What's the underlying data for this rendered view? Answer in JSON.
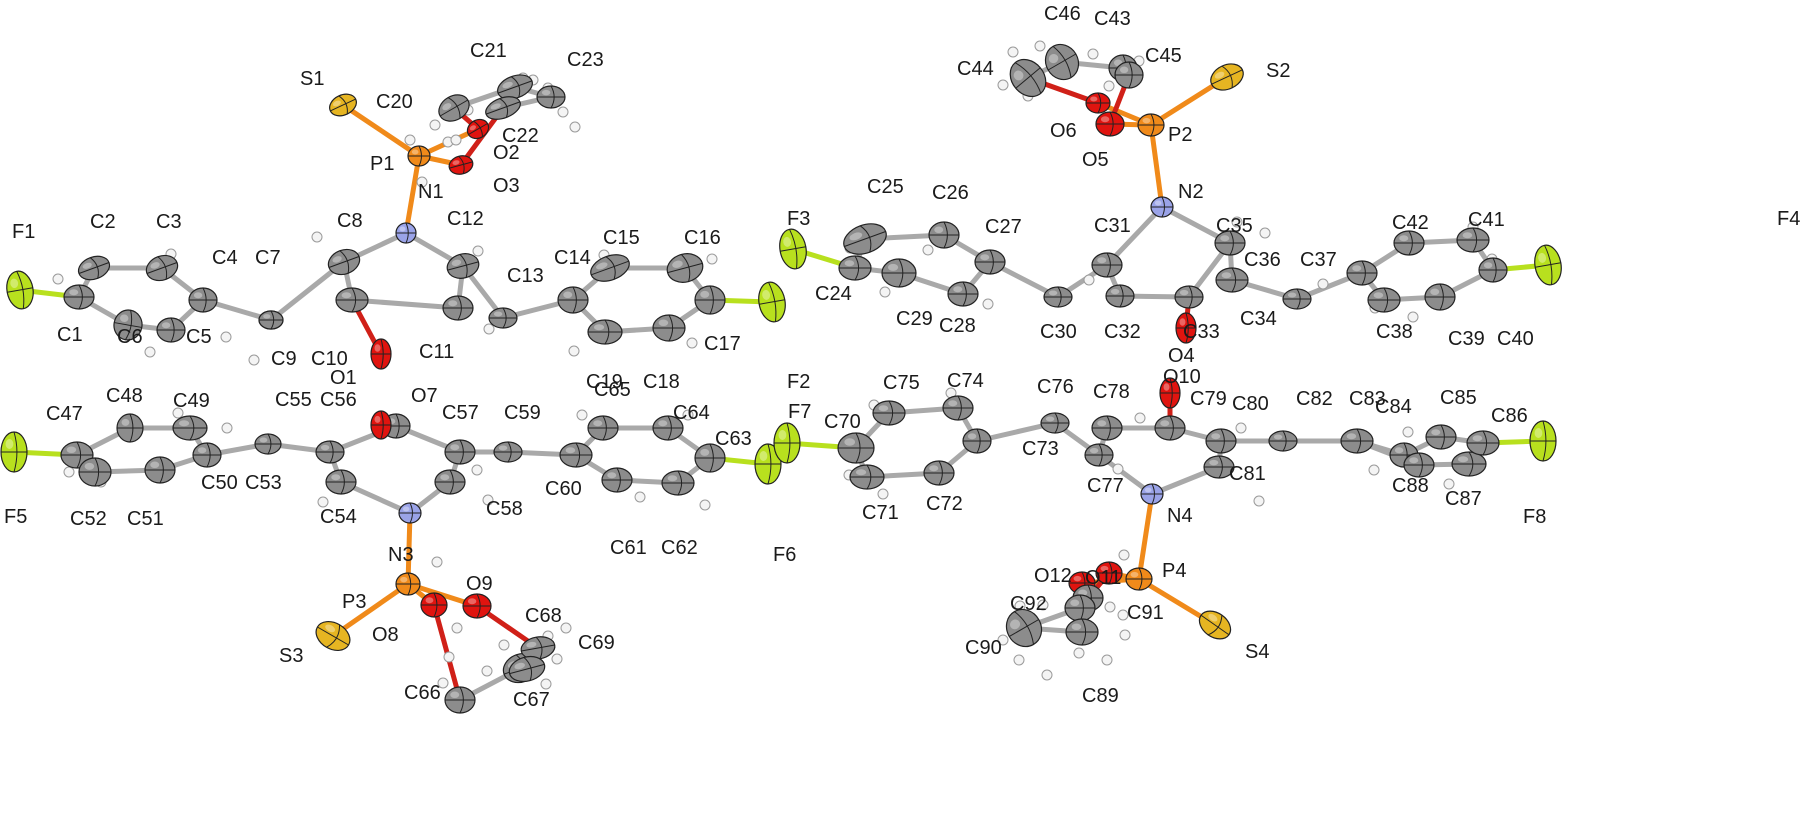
{
  "colors": {
    "C": "#8c8c8c",
    "O": "#e0140f",
    "N": "#9aa3e8",
    "P": "#f08a1a",
    "S": "#e6b522",
    "F": "#b8e01e",
    "H": "#f4f4f4",
    "bond": "#a9a9a9",
    "bond_PN": "#f08a1a",
    "bond_CO": "#d02018",
    "bond_CF": "#b8e01e",
    "bond_PS": "#f08a1a",
    "outline": "#222222"
  },
  "atoms": {
    "S1": {
      "el": "S"
    },
    "P1": {
      "el": "P"
    },
    "O2": {
      "el": "O"
    },
    "O3": {
      "el": "O"
    },
    "C20": {
      "el": "C"
    },
    "C21": {
      "el": "C"
    },
    "C22": {
      "el": "C"
    },
    "C23": {
      "el": "C"
    },
    "N1": {
      "el": "N"
    },
    "C8": {
      "el": "C"
    },
    "C12": {
      "el": "C"
    },
    "C10": {
      "el": "C"
    },
    "C11": {
      "el": "C"
    },
    "O1": {
      "el": "O"
    },
    "C7": {
      "el": "C"
    },
    "C9": {
      "el": "C"
    },
    "C4": {
      "el": "C"
    },
    "C3": {
      "el": "C"
    },
    "C5": {
      "el": "C"
    },
    "C2": {
      "el": "C"
    },
    "C6": {
      "el": "C"
    },
    "C1": {
      "el": "C"
    },
    "F1": {
      "el": "F"
    },
    "C13": {
      "el": "C"
    },
    "C14": {
      "el": "C"
    },
    "C15": {
      "el": "C"
    },
    "C16": {
      "el": "C"
    },
    "C17": {
      "el": "C"
    },
    "C18": {
      "el": "C"
    },
    "C19": {
      "el": "C"
    },
    "F2": {
      "el": "F"
    },
    "F3": {
      "el": "F"
    },
    "C25": {
      "el": "C"
    },
    "C24": {
      "el": "C"
    },
    "C26": {
      "el": "C"
    },
    "C29": {
      "el": "C"
    },
    "C27": {
      "el": "C"
    },
    "C28": {
      "el": "C"
    },
    "C30": {
      "el": "C"
    },
    "C31": {
      "el": "C"
    },
    "N2": {
      "el": "N"
    },
    "C32": {
      "el": "C"
    },
    "C33": {
      "el": "C"
    },
    "O4": {
      "el": "O"
    },
    "C35": {
      "el": "C"
    },
    "C34": {
      "el": "C"
    },
    "C36": {
      "el": "C"
    },
    "C37": {
      "el": "C"
    },
    "C42": {
      "el": "C"
    },
    "C38": {
      "el": "C"
    },
    "C41": {
      "el": "C"
    },
    "C39": {
      "el": "C"
    },
    "C40": {
      "el": "C"
    },
    "F4": {
      "el": "F"
    },
    "P2": {
      "el": "P"
    },
    "S2": {
      "el": "S"
    },
    "O5": {
      "el": "O"
    },
    "O6": {
      "el": "O"
    },
    "C43": {
      "el": "C"
    },
    "C44": {
      "el": "C"
    },
    "C45": {
      "el": "C"
    },
    "C46": {
      "el": "C"
    },
    "F5": {
      "el": "F"
    },
    "C47": {
      "el": "C"
    },
    "C48": {
      "el": "C"
    },
    "C52": {
      "el": "C"
    },
    "C49": {
      "el": "C"
    },
    "C51": {
      "el": "C"
    },
    "C50": {
      "el": "C"
    },
    "C53": {
      "el": "C"
    },
    "C55": {
      "el": "C"
    },
    "C54": {
      "el": "C"
    },
    "C56": {
      "el": "C"
    },
    "O7": {
      "el": "O"
    },
    "N3": {
      "el": "N"
    },
    "C57": {
      "el": "C"
    },
    "C58": {
      "el": "C"
    },
    "C59": {
      "el": "C"
    },
    "C60": {
      "el": "C"
    },
    "C65": {
      "el": "C"
    },
    "C61": {
      "el": "C"
    },
    "C64": {
      "el": "C"
    },
    "C62": {
      "el": "C"
    },
    "C63": {
      "el": "C"
    },
    "F6": {
      "el": "F"
    },
    "P3": {
      "el": "P"
    },
    "S3": {
      "el": "S"
    },
    "O8": {
      "el": "O"
    },
    "O9": {
      "el": "O"
    },
    "C66": {
      "el": "C"
    },
    "C67": {
      "el": "C"
    },
    "C68": {
      "el": "C"
    },
    "C69": {
      "el": "C"
    },
    "F7": {
      "el": "F"
    },
    "C70": {
      "el": "C"
    },
    "C75": {
      "el": "C"
    },
    "C71": {
      "el": "C"
    },
    "C74": {
      "el": "C"
    },
    "C72": {
      "el": "C"
    },
    "C73": {
      "el": "C"
    },
    "C76": {
      "el": "C"
    },
    "C77": {
      "el": "C"
    },
    "C78": {
      "el": "C"
    },
    "C79": {
      "el": "C"
    },
    "O10": {
      "el": "O"
    },
    "N4": {
      "el": "N"
    },
    "C80": {
      "el": "C"
    },
    "C81": {
      "el": "C"
    },
    "C82": {
      "el": "C"
    },
    "C83": {
      "el": "C"
    },
    "C84": {
      "el": "C"
    },
    "C88": {
      "el": "C"
    },
    "C85": {
      "el": "C"
    },
    "C87": {
      "el": "C"
    },
    "C86": {
      "el": "C"
    },
    "F8": {
      "el": "F"
    },
    "P4": {
      "el": "P"
    },
    "S4": {
      "el": "S"
    },
    "O11": {
      "el": "O"
    },
    "O12": {
      "el": "O"
    },
    "C91": {
      "el": "C"
    },
    "C92": {
      "el": "C"
    },
    "C90": {
      "el": "C"
    },
    "C89": {
      "el": "C"
    }
  },
  "bonds": [
    [
      "S1",
      "P1"
    ],
    [
      "P1",
      "N1"
    ],
    [
      "P1",
      "O2"
    ],
    [
      "P1",
      "O3"
    ],
    [
      "O2",
      "C20"
    ],
    [
      "O3",
      "C22"
    ],
    [
      "C20",
      "C21"
    ],
    [
      "C21",
      "C23"
    ],
    [
      "C22",
      "C23"
    ],
    [
      "N1",
      "C8"
    ],
    [
      "N1",
      "C12"
    ],
    [
      "C8",
      "C10"
    ],
    [
      "C10",
      "C11"
    ],
    [
      "C11",
      "C12"
    ],
    [
      "C10",
      "O1"
    ],
    [
      "C8",
      "C7"
    ],
    [
      "C7",
      "C4"
    ],
    [
      "C4",
      "C3"
    ],
    [
      "C3",
      "C2"
    ],
    [
      "C2",
      "C1"
    ],
    [
      "C1",
      "C6"
    ],
    [
      "C6",
      "C5"
    ],
    [
      "C5",
      "C4"
    ],
    [
      "C1",
      "F1"
    ],
    [
      "C12",
      "C13"
    ],
    [
      "C13",
      "C14"
    ],
    [
      "C14",
      "C15"
    ],
    [
      "C15",
      "C16"
    ],
    [
      "C16",
      "C17"
    ],
    [
      "C17",
      "C18"
    ],
    [
      "C18",
      "C19"
    ],
    [
      "C19",
      "C14"
    ],
    [
      "C17",
      "F2"
    ],
    [
      "F3",
      "C24"
    ],
    [
      "C24",
      "C25"
    ],
    [
      "C25",
      "C26"
    ],
    [
      "C26",
      "C27"
    ],
    [
      "C27",
      "C28"
    ],
    [
      "C28",
      "C29"
    ],
    [
      "C29",
      "C24"
    ],
    [
      "C27",
      "C30"
    ],
    [
      "C30",
      "C31"
    ],
    [
      "C31",
      "N2"
    ],
    [
      "N2",
      "C35"
    ],
    [
      "C31",
      "C32"
    ],
    [
      "C32",
      "C33"
    ],
    [
      "C33",
      "C35"
    ],
    [
      "C33",
      "O4"
    ],
    [
      "C35",
      "C34"
    ],
    [
      "C34",
      "C36"
    ],
    [
      "C36",
      "C37"
    ],
    [
      "C37",
      "C42"
    ],
    [
      "C42",
      "C41"
    ],
    [
      "C41",
      "C40"
    ],
    [
      "C40",
      "C39"
    ],
    [
      "C39",
      "C38"
    ],
    [
      "C38",
      "C37"
    ],
    [
      "C40",
      "F4"
    ],
    [
      "N2",
      "P2"
    ],
    [
      "P2",
      "S2"
    ],
    [
      "P2",
      "O5"
    ],
    [
      "P2",
      "O6"
    ],
    [
      "O5",
      "C45"
    ],
    [
      "O6",
      "C44"
    ],
    [
      "C44",
      "C46"
    ],
    [
      "C46",
      "C43"
    ],
    [
      "C43",
      "C45"
    ],
    [
      "F5",
      "C47"
    ],
    [
      "C47",
      "C48"
    ],
    [
      "C48",
      "C49"
    ],
    [
      "C49",
      "C50"
    ],
    [
      "C50",
      "C51"
    ],
    [
      "C51",
      "C52"
    ],
    [
      "C52",
      "C47"
    ],
    [
      "C50",
      "C53"
    ],
    [
      "C53",
      "C55"
    ],
    [
      "C55",
      "C54"
    ],
    [
      "C54",
      "N3"
    ],
    [
      "C55",
      "C56"
    ],
    [
      "C56",
      "O7"
    ],
    [
      "C56",
      "C57"
    ],
    [
      "C57",
      "C58"
    ],
    [
      "C58",
      "N3"
    ],
    [
      "C57",
      "C59"
    ],
    [
      "C59",
      "C60"
    ],
    [
      "C60",
      "C65"
    ],
    [
      "C65",
      "C64"
    ],
    [
      "C64",
      "C63"
    ],
    [
      "C63",
      "C62"
    ],
    [
      "C62",
      "C61"
    ],
    [
      "C61",
      "C60"
    ],
    [
      "C63",
      "F6"
    ],
    [
      "N3",
      "P3"
    ],
    [
      "P3",
      "S3"
    ],
    [
      "P3",
      "O8"
    ],
    [
      "P3",
      "O9"
    ],
    [
      "O8",
      "C66"
    ],
    [
      "O9",
      "C68"
    ],
    [
      "C66",
      "C67"
    ],
    [
      "C67",
      "C69"
    ],
    [
      "C68",
      "C69"
    ],
    [
      "F7",
      "C70"
    ],
    [
      "C70",
      "C75"
    ],
    [
      "C75",
      "C74"
    ],
    [
      "C74",
      "C73"
    ],
    [
      "C73",
      "C72"
    ],
    [
      "C72",
      "C71"
    ],
    [
      "C71",
      "C70"
    ],
    [
      "C73",
      "C76"
    ],
    [
      "C76",
      "C77"
    ],
    [
      "C77",
      "C78"
    ],
    [
      "C78",
      "C79"
    ],
    [
      "C79",
      "O10"
    ],
    [
      "C79",
      "C80"
    ],
    [
      "C80",
      "C81"
    ],
    [
      "C81",
      "N4"
    ],
    [
      "C77",
      "N4"
    ],
    [
      "C80",
      "C82"
    ],
    [
      "C82",
      "C83"
    ],
    [
      "C83",
      "C84"
    ],
    [
      "C84",
      "C85"
    ],
    [
      "C85",
      "C86"
    ],
    [
      "C86",
      "C87"
    ],
    [
      "C87",
      "C88"
    ],
    [
      "C88",
      "C83"
    ],
    [
      "C86",
      "F8"
    ],
    [
      "N4",
      "P4"
    ],
    [
      "P4",
      "S4"
    ],
    [
      "P4",
      "O11"
    ],
    [
      "P4",
      "O12"
    ],
    [
      "O11",
      "C91"
    ],
    [
      "O12",
      "C92"
    ],
    [
      "C92",
      "C90"
    ],
    [
      "C90",
      "C89"
    ],
    [
      "C89",
      "C91"
    ]
  ],
  "labels": [
    {
      "t": "S1"
    },
    {
      "t": "C21"
    },
    {
      "t": "C23"
    },
    {
      "t": "C20"
    },
    {
      "t": "C22"
    },
    {
      "t": "P1"
    },
    {
      "t": "O2"
    },
    {
      "t": "O3"
    },
    {
      "t": "N1"
    },
    {
      "t": "F1"
    },
    {
      "t": "C2"
    },
    {
      "t": "C3"
    },
    {
      "t": "C4"
    },
    {
      "t": "C7"
    },
    {
      "t": "C8"
    },
    {
      "t": "C12"
    },
    {
      "t": "C13"
    },
    {
      "t": "C14"
    },
    {
      "t": "C15"
    },
    {
      "t": "C16"
    },
    {
      "t": "C1"
    },
    {
      "t": "C6"
    },
    {
      "t": "C5"
    },
    {
      "t": "C9"
    },
    {
      "t": "C10"
    },
    {
      "t": "C11"
    },
    {
      "t": "O1"
    },
    {
      "t": "C17"
    },
    {
      "t": "C19"
    },
    {
      "t": "C18"
    },
    {
      "t": "F2"
    },
    {
      "t": "C46"
    },
    {
      "t": "C43"
    },
    {
      "t": "C44"
    },
    {
      "t": "C45"
    },
    {
      "t": "S2"
    },
    {
      "t": "O6"
    },
    {
      "t": "O5"
    },
    {
      "t": "P2"
    },
    {
      "t": "N2"
    },
    {
      "t": "F3"
    },
    {
      "t": "C25"
    },
    {
      "t": "C26"
    },
    {
      "t": "C27"
    },
    {
      "t": "C31"
    },
    {
      "t": "C35"
    },
    {
      "t": "C36"
    },
    {
      "t": "C37"
    },
    {
      "t": "C42"
    },
    {
      "t": "C41"
    },
    {
      "t": "F4"
    },
    {
      "t": "C24"
    },
    {
      "t": "C29"
    },
    {
      "t": "C28"
    },
    {
      "t": "C30"
    },
    {
      "t": "C32"
    },
    {
      "t": "O4"
    },
    {
      "t": "C33"
    },
    {
      "t": "C34"
    },
    {
      "t": "C38"
    },
    {
      "t": "C39"
    },
    {
      "t": "C40"
    },
    {
      "t": "F5"
    },
    {
      "t": "C47"
    },
    {
      "t": "C48"
    },
    {
      "t": "C49"
    },
    {
      "t": "C55"
    },
    {
      "t": "C56"
    },
    {
      "t": "O7"
    },
    {
      "t": "C57"
    },
    {
      "t": "C59"
    },
    {
      "t": "C65"
    },
    {
      "t": "C64"
    },
    {
      "t": "C63"
    },
    {
      "t": "C50"
    },
    {
      "t": "C53"
    },
    {
      "t": "C60"
    },
    {
      "t": "C52"
    },
    {
      "t": "C51"
    },
    {
      "t": "C54"
    },
    {
      "t": "C58"
    },
    {
      "t": "N3"
    },
    {
      "t": "C61"
    },
    {
      "t": "C62"
    },
    {
      "t": "F6"
    },
    {
      "t": "P3"
    },
    {
      "t": "O9"
    },
    {
      "t": "C68"
    },
    {
      "t": "O8"
    },
    {
      "t": "C69"
    },
    {
      "t": "S3"
    },
    {
      "t": "C66"
    },
    {
      "t": "C67"
    },
    {
      "t": "F7"
    },
    {
      "t": "C70"
    },
    {
      "t": "C75"
    },
    {
      "t": "C74"
    },
    {
      "t": "C76"
    },
    {
      "t": "C78"
    },
    {
      "t": "O10"
    },
    {
      "t": "C79"
    },
    {
      "t": "C80"
    },
    {
      "t": "C82"
    },
    {
      "t": "C83"
    },
    {
      "t": "C84"
    },
    {
      "t": "C85"
    },
    {
      "t": "C86"
    },
    {
      "t": "C73"
    },
    {
      "t": "C77"
    },
    {
      "t": "C81"
    },
    {
      "t": "C88"
    },
    {
      "t": "C87"
    },
    {
      "t": "F8"
    },
    {
      "t": "C71"
    },
    {
      "t": "C72"
    },
    {
      "t": "N4"
    },
    {
      "t": "O12"
    },
    {
      "t": "O11"
    },
    {
      "t": "P4"
    },
    {
      "t": "C92"
    },
    {
      "t": "C91"
    },
    {
      "t": "C90"
    },
    {
      "t": "S4"
    },
    {
      "t": "C89"
    }
  ]
}
